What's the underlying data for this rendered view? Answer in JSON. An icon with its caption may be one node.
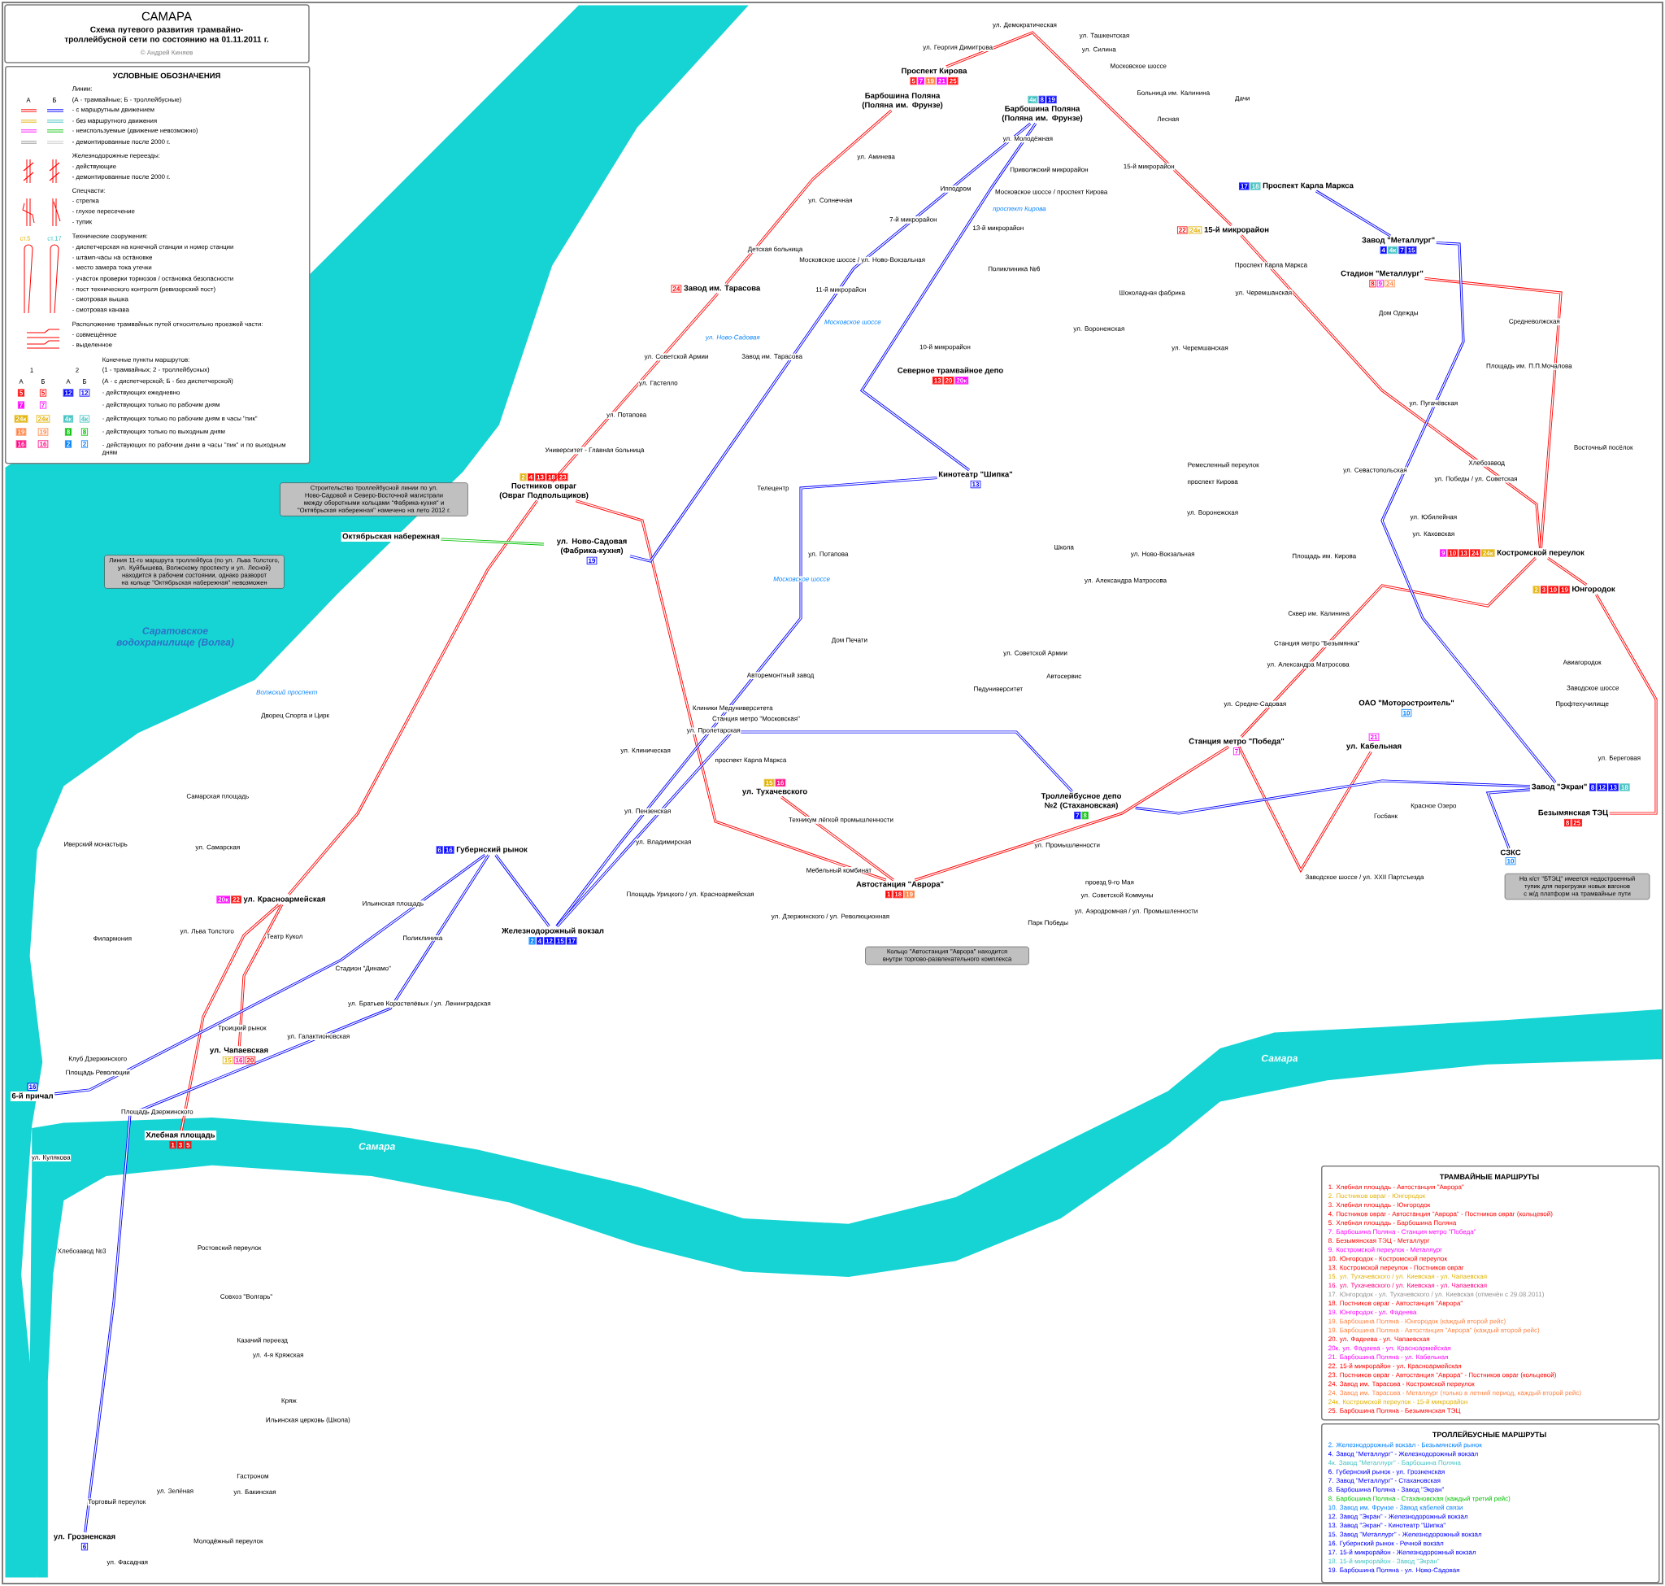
{
  "diagram": {
    "title": "САМАРА",
    "nodes": [
      {
        "text": [
          "УСЛОВНЫЕ ОБОЗНАЧЕНИЯ"
        ]
      },
      {
        "text": [
          "Проспект Кирова"
        ],
        "beside": [
          "5",
          "7",
          "19",
          "21",
          "25"
        ]
      },
      {
        "text": [
          "Барбошина Поляна (Поляна им. Фрунзе)"
        ]
      },
      {
        "text": [
          "Барбошина Поляна (Поляна им. Фрунзе)"
        ],
        "beside": [
          "4к",
          "8",
          "19"
        ]
      },
      {
        "text": [
          "Завод им. Тарасова"
        ],
        "beside": [
          "24"
        ]
      },
      {
        "text": [
          "Постников овраг (Овраг Подпольщиков)"
        ],
        "beside": [
          "2",
          "4",
          "13",
          "18",
          "23"
        ]
      },
      {
        "text": [
          "ул. Ново-Садовая (Фабрика-кухня)"
        ],
        "beside": [
          "19"
        ]
      },
      {
        "text": [
          "Октябрьская набережная"
        ]
      },
      {
        "text": [
          "Проспект Карла Маркса"
        ],
        "beside": [
          "17",
          "18"
        ]
      },
      {
        "text": [
          "15-й микрорайон"
        ],
        "beside": [
          "22",
          "24к"
        ]
      },
      {
        "text": [
          "Завод \"Металлург\""
        ],
        "beside": [
          "4",
          "4к",
          "7",
          "15"
        ]
      },
      {
        "text": [
          "Стадион \"Металлург\""
        ],
        "beside": [
          "8",
          "9",
          "24"
        ]
      },
      {
        "text": [
          "Северное трамвайное депо"
        ],
        "beside": [
          "13",
          "20",
          "20к"
        ]
      },
      {
        "text": [
          "Кинотеатр \"Шипка\""
        ],
        "beside": [
          "13"
        ]
      },
      {
        "text": [
          "Костромской переулок"
        ],
        "beside": [
          "9",
          "10",
          "13",
          "24",
          "24к"
        ]
      },
      {
        "text": [
          "Юнгородок"
        ],
        "beside": [
          "2",
          "3",
          "10",
          "19"
        ]
      },
      {
        "text": [
          "ОАО \"Моторостроитель\""
        ],
        "beside": [
          "10"
        ]
      },
      {
        "text": [
          "ул. Кабельная"
        ],
        "beside": [
          "21"
        ]
      },
      {
        "text": [
          "Станция метро \"Победа\""
        ],
        "beside": [
          "7"
        ]
      },
      {
        "text": [
          "Троллейбусное депо №2 (Стахановская)"
        ],
        "beside": [
          "7",
          "8"
        ]
      },
      {
        "text": [
          "Завод \"Экран\""
        ],
        "beside": [
          "8",
          "12",
          "13",
          "18"
        ]
      },
      {
        "text": [
          "Безымянская ТЭЦ"
        ],
        "beside": [
          "8",
          "25"
        ]
      },
      {
        "text": [
          "СЗКС"
        ],
        "beside": [
          "10"
        ]
      },
      {
        "text": [
          "Губернский рынок"
        ],
        "beside": [
          "6",
          "16"
        ]
      },
      {
        "text": [
          "ул. Тухачевского"
        ],
        "beside": [
          "15",
          "16"
        ]
      },
      {
        "text": [
          "Автостанция \"Аврора\""
        ],
        "beside": [
          "1",
          "18",
          "19"
        ]
      },
      {
        "text": [
          "Железнодорожный вокзал"
        ],
        "beside": [
          "2",
          "4",
          "12",
          "15",
          "17"
        ]
      },
      {
        "text": [
          "ул. Красноармейская"
        ],
        "beside": [
          "20к",
          "22"
        ]
      },
      {
        "text": [
          "ул. Чапаевская"
        ],
        "beside": [
          "15",
          "16",
          "20"
        ]
      },
      {
        "text": [
          "6-й причал"
        ],
        "beside": [
          "16"
        ]
      },
      {
        "text": [
          "Хлебная площадь"
        ],
        "beside": [
          "1",
          "3",
          "5"
        ]
      },
      {
        "text": [
          "ул. Грозненская"
        ],
        "beside": [
          "6"
        ]
      },
      {
        "text": [
          "Строительство троллейбусной линии по ул. Ново-Садовой и Северо-Восточной магистрали между оборотными кольцами \"Фабрика-кухня\" и \"Октябрьская набережная\" намечено на лето 2012 г."
        ]
      },
      {
        "text": [
          "Линия 11-го маршрута троллейбуса (по ул. Льва Толстого, ул. Куйбышева, Волжскому проспекту и ул. Лесной) находится в рабочем состоянии, однако разворот на кольце \"Октябрьская набережная\" невозможен"
        ]
      },
      {
        "text": [
          "Кольцо \"Автостанция \"Аврора\" находится внутри торгово-развлекательного комплекса"
        ]
      },
      {
        "text": [
          "На к/ст \"БТЭЦ\" имеется недостроенный тупик для перегрузки новых вагонов с ж/д платформ на трамвайные пути"
        ]
      },
      {
        "text": [
          "ТРАМВАЙНЫЕ МАРШРУТЫ",
          "1. Хлебная площадь - Автостанция \"Аврора\"",
          "2. Постников овраг - Юнгородок",
          "3. Хлебная площадь - Юнгородок",
          "4. Постников овраг - Автостанция \"Аврора\" - Постников овраг (кольцевой)",
          "5. Хлебная площадь - Барбошина Поляна",
          "7. Барбошина Поляна - Станция метро \"Победа\"",
          "8. Безымянская ТЭЦ - Металлург",
          "9. Костромской переулок - Металлург",
          "10. Юнгородок - Костромской переулок",
          "13. Костромской переулок - Постников овраг",
          "15. ул. Тухачевского / ул. Киевская - ул. Чапаевская",
          "16. ул. Тухачевского / ул. Киевская - ул. Чапаевская",
          "17. Юнгородок - ул. Тухачевского / ул. Киевская (отменён с 29.08.2011)",
          "18. Постников овраг - Автостанция \"Аврора\"",
          "19. Юнгородок - ул. Фадеева",
          "19. Барбошина Поляна - Юнгородок (каждый второй рейс)",
          "19. Барбошина Поляна - Автостанция \"Аврора\" (каждый второй рейс)",
          "20. ул. Фадеева - ул. Чапаевская",
          "20к. ул. Фадеева - ул. Красноармейская",
          "21. Барбошина Поляна - ул. Кабельная",
          "22. 15-й микрорайон - ул. Красноармейская",
          "23. Постников овраг - Автостанция \"Аврора\" - Постников овраг (кольцевой)",
          "24. Завод им. Тарасова - Костромской переулок",
          "24. Завод им. Тарасова - Металлург (только в летний период, каждый второй рейс)",
          "24к. Костромской переулок - 15-й микрорайон",
          "25. Барбошина Поляна - Безымянская ТЭЦ"
        ]
      },
      {
        "text": [
          "ТРОЛЛЕЙБУСНЫЕ МАРШРУТЫ",
          "2. Железнодорожный вокзал - Безымянский рынок",
          "4. Завод \"Металлург\" - Железнодорожный вокзал",
          "4к. Завод \"Металлург\" - Барбошина Поляна",
          "6. Губернский рынок - ул. Грозненская",
          "7. Завод \"Металлург\" - Стахановская",
          "8. Барбошина Поляна - Завод \"Экран\"",
          "8. Барбошина Поляна - Стахановская (каждый третий рейс)",
          "10. Завод им. Фрунзе - Завод кабелей связи",
          "12. Завод \"Экран\" - Железнодорожный вокзал",
          "13. Завод \"Экран\" - Кинотеатр \"Шипка\"",
          "15. Завод \"Металлург\" - Железнодорожный вокзал",
          "16. Губернский рынок - Речной вокзал",
          "17. 15-й микрорайон - Железнодорожный вокзал",
          "18. 15-й микрорайон - Завод \"Экран\"",
          "19. Барбошина Поляна - ул. Ново-Садовая"
        ]
      }
    ],
    "edges": [
      {
        "from": 30,
        "to": 27,
        "arrow": "none"
      },
      {
        "from": 27,
        "to": 5,
        "arrow": "none"
      },
      {
        "from": 5,
        "to": 4,
        "arrow": "none"
      },
      {
        "from": 4,
        "to": 2,
        "arrow": "none"
      },
      {
        "from": 5,
        "to": 25,
        "arrow": "none"
      },
      {
        "from": 28,
        "to": 27,
        "arrow": "none"
      },
      {
        "from": 24,
        "to": 25,
        "arrow": "none"
      },
      {
        "from": 9,
        "to": 1,
        "arrow": "none"
      },
      {
        "from": 14,
        "to": 9,
        "arrow": "none"
      },
      {
        "from": 14,
        "to": 15,
        "arrow": "none"
      },
      {
        "from": 15,
        "to": 21,
        "arrow": "none"
      },
      {
        "from": 11,
        "to": 14,
        "arrow": "none"
      },
      {
        "from": 25,
        "to": 18,
        "arrow": "none"
      },
      {
        "from": 18,
        "to": 17,
        "arrow": "none"
      },
      {
        "from": 18,
        "to": 14,
        "arrow": "none"
      },
      {
        "from": 3,
        "to": 13,
        "arrow": "none",
        "color": "#0000ff"
      },
      {
        "from": 13,
        "to": 26,
        "arrow": "none",
        "color": "#0000ff"
      },
      {
        "from": 26,
        "to": 23,
        "arrow": "none",
        "color": "#0000ff"
      },
      {
        "from": 23,
        "to": 31,
        "arrow": "none",
        "color": "#0000ff"
      },
      {
        "from": 23,
        "to": 29,
        "arrow": "none",
        "color": "#0000ff"
      },
      {
        "from": 10,
        "to": 8,
        "arrow": "none",
        "color": "#0000ff"
      },
      {
        "from": 10,
        "to": 20,
        "arrow": "none",
        "color": "#0000ff"
      },
      {
        "from": 20,
        "to": 22,
        "arrow": "none",
        "color": "#0000ff"
      },
      {
        "from": 19,
        "to": 20,
        "arrow": "none",
        "color": "#0000ff"
      },
      {
        "from": 26,
        "to": 19,
        "arrow": "none",
        "color": "#0000ff"
      },
      {
        "from": 3,
        "to": 6,
        "arrow": "none",
        "color": "#0000ff"
      },
      {
        "from": 7,
        "to": 6,
        "arrow": "none",
        "color": "#00c000"
      }
    ],
    "labels": [
      "Схема путевого развития трамвайно-троллейбусной сети по состоянию на 01.11.2011 г.",
      "© Андрей Киняев",
      "Линии:",
      "А",
      "Б",
      "(А - трамвайные; Б - троллейбусные)",
      "Железнодорожные переезды:",
      "Спецчасти:",
      "ст.5",
      "ст.17",
      "Технические сооружения:",
      "Расположение трамвайных путей относительно проезжей части:",
      "Конечные пункты маршрутов:",
      "1",
      "2",
      "(1 - трамвайных; 2 - троллейбусных)",
      "А",
      "Б",
      "А",
      "Б",
      "(А - с диспетчерской; Б - без диспетчерской)",
      "5",
      "5",
      "12",
      "12",
      "7",
      "7",
      "24к",
      "24к",
      "4к",
      "4к",
      "19",
      "19",
      "8",
      "8",
      "16",
      "16",
      "2",
      "2",
      "ул. Демократическая",
      "ул. Ташкентская",
      "ул. Георгия Димитрова",
      "ул. Силина",
      "Московское шоссе",
      "Больница им. Калинина",
      "Дачи",
      "Лесная",
      "ул. Молодёжная",
      "ул. Аминева",
      "Приволжский микрорайон",
      "15-й микрорайон",
      "Московское шоссе / проспект Кирова",
      "Ипподром",
      "ул. Солнечная",
      "7-й микрорайон",
      "13-й микрорайон",
      "Детская больница",
      "Московское шоссе / ул. Ново-Вокзальная",
      "Поликлиника №6",
      "Проспект Карла Маркса",
      "11-й микрорайон",
      "Шоколадная фабрика",
      "ул. Черемшанская",
      "ул. Советской Армии",
      "Завод им. Тарасова",
      "ул. Гастелло",
      "ул. Потапова",
      "10-й микрорайон",
      "ул. Воронежская",
      "ул. Черемшанская",
      "Университет - Главная больница",
      "Дом Одежды",
      "Телецентр",
      "ул. Потапова",
      "Дом Печати",
      "Авторемонтный завод",
      "ул. Советской Армии",
      "Автосервис",
      "Педуниверситет",
      "Клиники Медуниверситета",
      "Станция метро \"Московская\"",
      "ул. Пролетарская",
      "Дворец Спорта и Цирк",
      "ул. Средне-Садовая",
      "ул. Александра Матросова",
      "Станция метро \"Безымянка\"",
      "Сквер им. Калинина",
      "Площадь им. Кирова",
      "Ремесленный переулок",
      "проспект Кирова",
      "ул. Воронежская",
      "ул. Ново-Вокзальная",
      "Школа",
      "ул. Александра Матросова",
      "ул. Пугачёвская",
      "ул. Севастопольская",
      "ул. Победы / ул. Советская",
      "ул. Юбилейная",
      "ул. Каховская",
      "Площадь им. П.П.Мочалова",
      "Средневолжская",
      "Восточный посёлок",
      "Хлебозавод",
      "Авиагородок",
      "Заводское шоссе",
      "Профтехучилище",
      "ул. Береговая",
      "Красное Озеро",
      "Госбанк",
      "Заводское шоссе / ул. XXII Партсъезда",
      "Самарская площадь",
      "Иверский монастырь",
      "ул. Самарская",
      "Филармония",
      "ул. Льва Толстого",
      "Театр Кукол",
      "Стадион \"Динамо\"",
      "Поликлиника",
      "Ильинская площадь",
      "Троицкий рынок",
      "ул. Галактионовская",
      "Площадь Революции",
      "Клуб Дзержинского",
      "Площадь Дзержинского",
      "ул. Кулякова",
      "Хлебозавод №3",
      "Ростовский переулок",
      "Совхоз \"Волгарь\"",
      "Казачий переезд",
      "ул. 4-я Кряжская",
      "Кряж",
      "Ильинская церковь (Школа)",
      "Гастроном",
      "ул. Бакинская",
      "Молодёжный переулок",
      "ул. Фасадная",
      "Торговый переулок",
      "ул. Зелёная",
      "проспект Карла Маркса",
      "ул. Клиническая",
      "ул. Пензенская",
      "ул. Владимирская",
      "Площадь Урицкого / ул. Красноармейская",
      "Мебельный комбинат",
      "ул. Промышленности",
      "проезд 9-го Мая",
      "ул. Советской Коммуны",
      "ул. Аэродромная / ул. Промышленности",
      "Техникум лёгкой промышленности",
      "ул. Дзержинского / ул. Революционная",
      "Парк Победы",
      "ул. Братьев Коростелёвых / ул. Ленинградская",
      "Московское шоссе",
      "Московское шоссе",
      "проспект Кирова",
      "Волжский проспект",
      "ул. Ново-Садовая",
      "Саратовское водохранилище (Волга)",
      "Самара",
      "Самара"
    ],
    "legend": [
      {
        "text": "- с маршрутным движением"
      },
      {
        "text": "- без маршрутного движения"
      },
      {
        "text": "- неиспользуемые (движение невозможно)"
      },
      {
        "text": "- демонтированные после 2000 г."
      },
      {
        "text": "- действующие"
      },
      {
        "text": "- демонтированные после 2000 г."
      },
      {
        "text": "- стрелка"
      },
      {
        "text": "- глухое пересечение"
      },
      {
        "text": "- тупик"
      },
      {
        "text": "- диспетчерская на конечной станции и номер станции"
      },
      {
        "text": "- штамп-часы на остановке"
      },
      {
        "text": "- место замера тока утечки"
      },
      {
        "text": "- участок проверки тормозов / остановка безопасности"
      },
      {
        "text": "- пост технического контроля (ревизорский пост)"
      },
      {
        "text": "- смотровая вышка"
      },
      {
        "text": "- смотровая канава"
      },
      {
        "text": "- совмещённое"
      },
      {
        "text": "- выделенное"
      },
      {
        "text": "- действующих ежедневно"
      },
      {
        "text": "- действующих только по рабочим дням"
      },
      {
        "text": "- действующих только по рабочим дням в часы \"пик\""
      },
      {
        "text": "- действующих только по выходным дням"
      },
      {
        "text": "- действующих по рабочим дням в часы \"пик\" и по выходным дням"
      }
    ]
  }
}
